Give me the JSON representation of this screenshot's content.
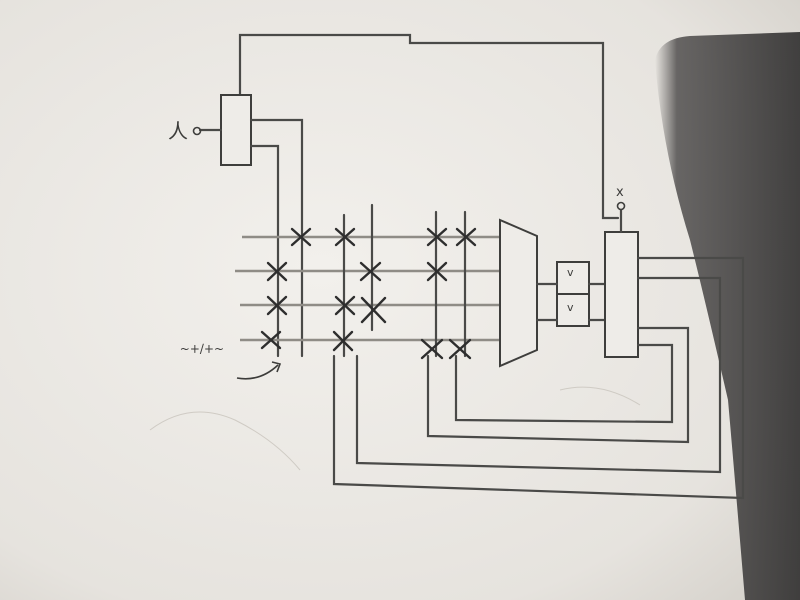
{
  "labels": {
    "output_symbol": "x",
    "input_symbol": "人",
    "handwritten_note": "~+/+~",
    "register_glyph": "v"
  },
  "colors": {
    "paper": "#efede9",
    "shadow": "#3b3a3a",
    "ink": "#3e3e3c",
    "faint_wire": "#8f8c86"
  },
  "icons": {
    "input_terminal": "open-circle-terminal",
    "output_terminal": "open-circle-terminal",
    "programmed_switch": "x-cross",
    "note_arrow": "curved-arrow"
  }
}
